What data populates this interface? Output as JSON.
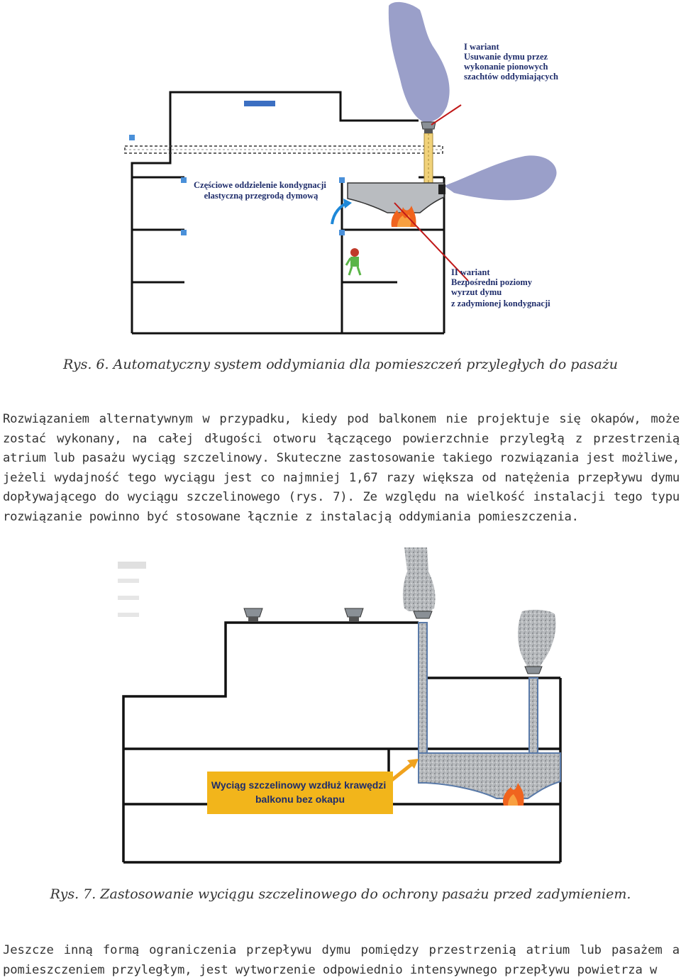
{
  "figure1": {
    "label_variant1": [
      "I wariant",
      "Usuwanie dymu przez",
      "wykonanie pionowych",
      "szachtów oddymiających"
    ],
    "label_partial": [
      "Częściowe oddzielenie kondygnacji",
      "elastyczną przegrodą dymową"
    ],
    "label_variant2": [
      "II wariant",
      "Bezpośredni poziomy",
      "wyrzut dymu",
      "z zadymionej kondygnacji"
    ],
    "caption": "Rys. 6. Automatyczny system oddymiania dla pomieszczeń przyległych do pasażu"
  },
  "paragraph1": "Rozwiązaniem alternatywnym w przypadku, kiedy pod balkonem nie projektuje się okapów, może zostać wykonany, na całej długości otworu łączącego powierzchnie przyległą z przestrzenią atrium lub pasażu wyciąg szczelinowy. Skuteczne zastosowanie takiego rozwiązania jest możliwe, jeżeli wydajność tego wyciągu jest co najmniej 1,67 razy większa od natężenia przepływu dymu dopływającego do wyciągu szczelinowego (rys. 7). Ze względu na wielkość instalacji tego typu rozwiązanie powinno być stosowane łącznie z instalacją oddymiania pomieszczenia.",
  "figure2": {
    "label_slot": [
      "Wyciąg szczelinowy wzdłuż krawędzi",
      "balkonu bez okapu"
    ],
    "caption": "Rys. 7. Zastosowanie wyciągu szczelinowego do ochrony pasażu przed zadymieniem."
  },
  "paragraph2": "Jeszcze inną formą ograniczenia przepływu dymu pomiędzy przestrzenią atrium lub pasażem a pomieszczeniem przyległym, jest wytworzenie odpowiednio intensywnego przepływu powietrza w",
  "colors": {
    "smoke": "#9a9fc9",
    "fire": "#f0641e",
    "label_box": "#f2b51b",
    "arrow_blue": "#1e88d8",
    "arrow_orange": "#f0a21e",
    "label_text": "#1f2d6b"
  }
}
